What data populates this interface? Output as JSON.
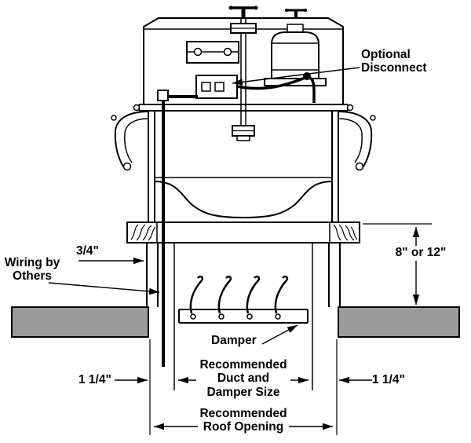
{
  "diagram": {
    "callouts": {
      "optional_disconnect": "Optional\nDisconnect",
      "wiring_by_others": "Wiring by\nOthers",
      "damper": "Damper"
    },
    "dimensions": {
      "cap_overhang": "3/4\"",
      "curb_height": "8\" or 12\"",
      "left_clearance": "1 1/4\"",
      "right_clearance": "1 1/4\"",
      "duct_and_damper_size": "Recommended\nDuct and\nDamper Size",
      "roof_opening": "Recommended\nRoof Opening"
    },
    "colors": {
      "line": "#000000",
      "roof_fill": "#9b9b9b",
      "background": "#ffffff"
    }
  }
}
